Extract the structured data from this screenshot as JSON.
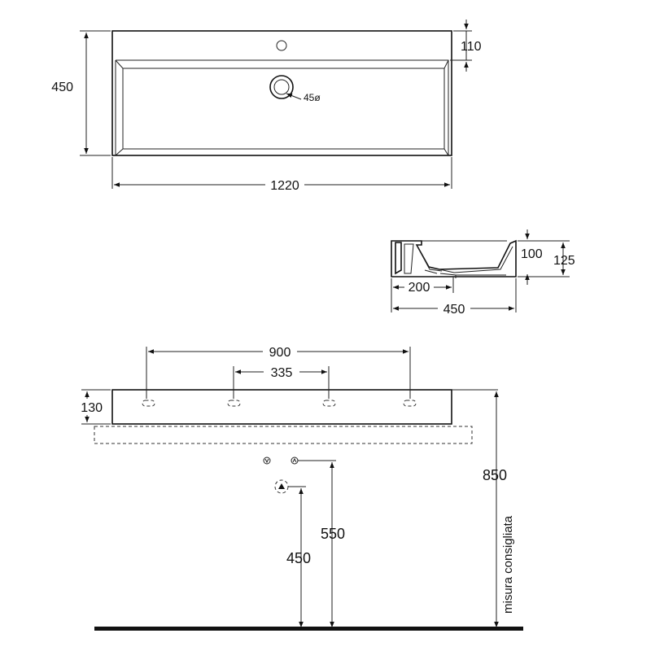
{
  "top_view": {
    "width_label": "1220",
    "depth_label": "450",
    "rim_label": "110",
    "drain_label": "45ø"
  },
  "section_view": {
    "height_inner_label": "100",
    "height_total_label": "125",
    "drain_offset_label": "200",
    "depth_label": "450"
  },
  "front_view": {
    "outer_spacing_label": "900",
    "inner_spacing_label": "335",
    "thickness_label": "130",
    "height_850_label": "850",
    "height_550_label": "550",
    "height_450_label": "450",
    "note_label": "misura consigliata"
  }
}
